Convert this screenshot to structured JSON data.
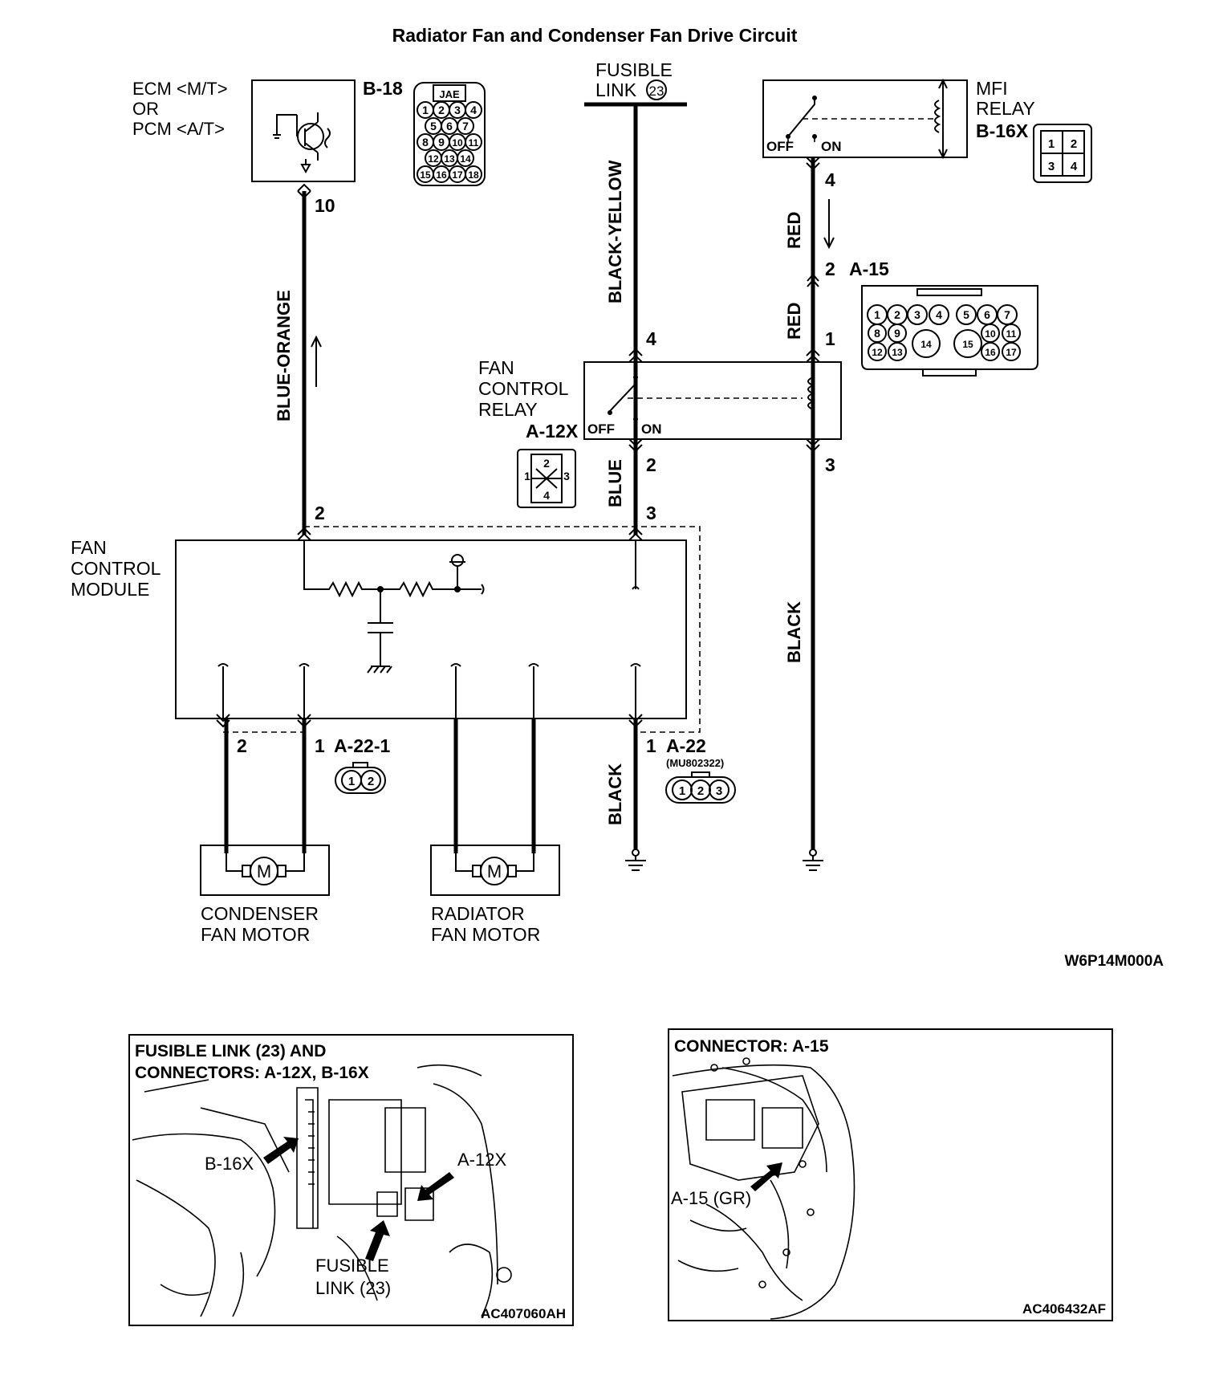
{
  "title": "Radiator Fan and Condenser Fan Drive Circuit",
  "ecm": {
    "line1": "ECM <M/T>",
    "line2": "OR",
    "line3": "PCM <A/T>",
    "connector": "B-18",
    "pin": "10",
    "jae": "JAE",
    "pins": [
      "1",
      "2",
      "3",
      "4",
      "5",
      "6",
      "7",
      "8",
      "9",
      "10",
      "11",
      "12",
      "13",
      "14",
      "15",
      "16",
      "17",
      "18"
    ]
  },
  "fusible_link": {
    "line1": "FUSIBLE",
    "line2": "LINK",
    "number": "23",
    "pin": "4",
    "wire_color": "BLACK-YELLOW"
  },
  "mfi_relay": {
    "line1": "MFI",
    "line2": "RELAY",
    "connector": "B-16X",
    "off": "OFF",
    "on": "ON",
    "pin": "4",
    "pins": [
      "1",
      "2",
      "3",
      "4"
    ]
  },
  "a15": {
    "connector": "A-15",
    "pin_top": "2",
    "pin_bottom": "1",
    "pins": [
      "1",
      "2",
      "3",
      "4",
      "5",
      "6",
      "7",
      "8",
      "9",
      "10",
      "11",
      "12",
      "13",
      "14",
      "15",
      "16",
      "17"
    ]
  },
  "fan_relay": {
    "line1": "FAN",
    "line2": "CONTROL",
    "line3": "RELAY",
    "connector": "A-12X",
    "off": "OFF",
    "on": "ON",
    "pin_out": "2",
    "pin_coil": "3",
    "pins": [
      "1",
      "2",
      "3",
      "4"
    ]
  },
  "wires": {
    "ecm_to_module": "BLUE-ORANGE",
    "mfi_to_a15": "RED",
    "a15_to_relay": "RED",
    "relay_to_module": "BLUE",
    "relay_to_ground": "BLACK",
    "module_to_ground": "BLACK"
  },
  "module": {
    "line1": "FAN",
    "line2": "CONTROL",
    "line3": "MODULE",
    "pin_in": "2",
    "pin_relay": "3",
    "pin_ground": "1",
    "connector_a22": "A-22",
    "a22_part": "(MU802322)",
    "a22_pins": [
      "1",
      "2",
      "3"
    ]
  },
  "condenser_motor": {
    "line1": "CONDENSER",
    "line2": "FAN MOTOR",
    "connector": "A-22-1",
    "pin_left": "2",
    "pin_right": "1",
    "pins": [
      "1",
      "2"
    ],
    "symbol": "M"
  },
  "radiator_motor": {
    "line1": "RADIATOR",
    "line2": "FAN MOTOR",
    "symbol": "M"
  },
  "code": "W6P14M000A",
  "panel_left": {
    "title1": "FUSIBLE LINK (23) AND",
    "title2": "CONNECTORS: A-12X, B-16X",
    "callout_b16x": "B-16X",
    "callout_a12x": "A-12X",
    "callout_fl1": "FUSIBLE",
    "callout_fl2": "LINK (23)",
    "code": "AC407060AH"
  },
  "panel_right": {
    "title": "CONNECTOR: A-15",
    "callout": "A-15 (GR)",
    "code": "AC406432AF"
  }
}
